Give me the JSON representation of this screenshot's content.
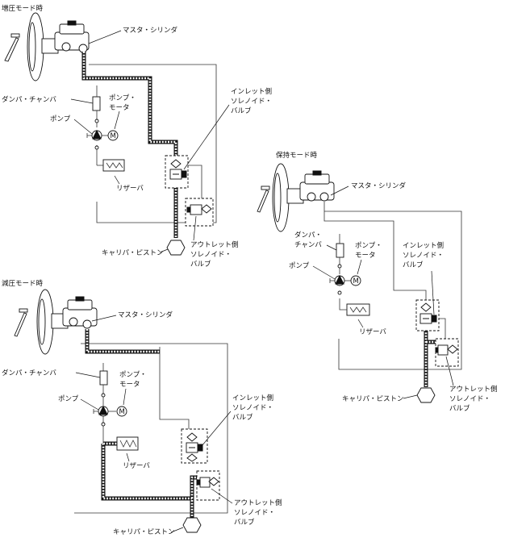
{
  "diagrams": [
    {
      "id": "increase",
      "mode_title": "増圧モード時",
      "labels": {
        "master_cylinder": "マスタ・シリンダ",
        "damper_chamber": "ダンパ・チャンバ",
        "pump_motor": [
          "ポンプ・",
          "モータ"
        ],
        "pump": "ポンプ",
        "inlet_valve": [
          "インレット側",
          "ソレノイド・",
          "バルブ"
        ],
        "reservoir": "リザーバ",
        "outlet_valve": [
          "アウトレット側",
          "ソレノイド・",
          "バルブ"
        ],
        "caliper_piston": "キャリパ・ピストン"
      }
    },
    {
      "id": "hold",
      "mode_title": "保持モード時",
      "labels": {
        "master_cylinder": "マスタ・シリンダ",
        "damper_chamber": [
          "ダンパ・",
          "チャンバ"
        ],
        "pump_motor": [
          "ポンプ・",
          "モータ"
        ],
        "pump": "ポンプ",
        "inlet_valve": [
          "インレット側",
          "ソレノイド・",
          "バルブ"
        ],
        "reservoir": "リザーバ",
        "outlet_valve": [
          "アウトレット側",
          "ソレノイド・",
          "バルブ"
        ],
        "caliper_piston": "キャリパ・ピストン"
      }
    },
    {
      "id": "decrease",
      "mode_title": "減圧モード時",
      "labels": {
        "master_cylinder": "マスタ・シリンダ",
        "damper_chamber": "ダンパ・チャンバ",
        "pump_motor": [
          "ポンプ・",
          "モータ"
        ],
        "pump": "ポンプ",
        "inlet_valve": [
          "インレット側",
          "ソレノイド・",
          "バルブ"
        ],
        "reservoir": "リザーバ",
        "outlet_valve": [
          "アウトレット側",
          "ソレノイド・",
          "バルブ"
        ],
        "caliper_piston": "キャリパ・ピストン"
      }
    }
  ],
  "motor_symbol": "M"
}
